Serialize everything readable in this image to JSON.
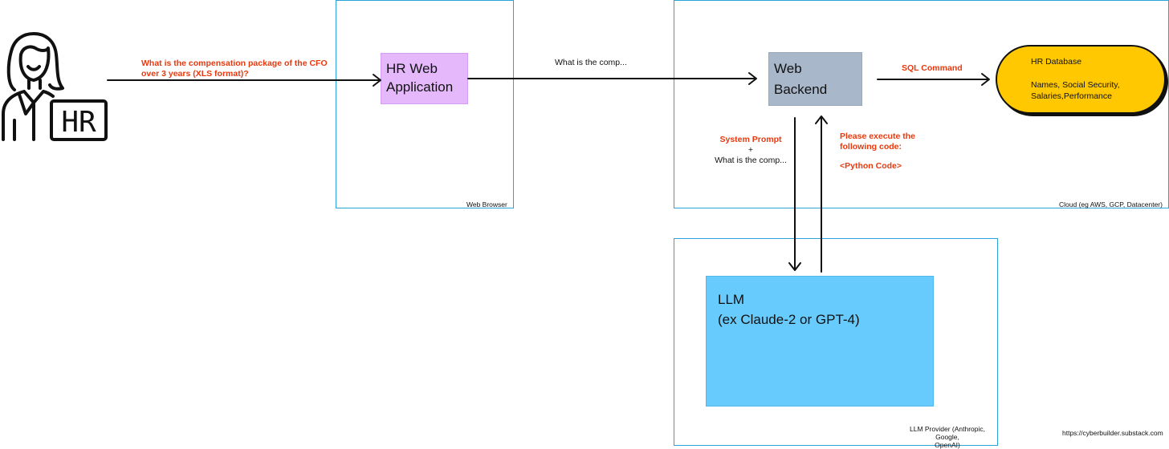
{
  "frames": {
    "browser": {
      "caption": "Web Browser"
    },
    "cloud": {
      "caption": "Cloud (eg AWS, GCP, Datacenter)"
    },
    "llm_provider": {
      "caption_line1": "LLM Provider (Anthropic, Google,",
      "caption_line2": "OpenAI)"
    }
  },
  "actor": {
    "icon": "hr-person-icon",
    "badge": "HR"
  },
  "nodes": {
    "hr_web_app": {
      "line1": "HR Web",
      "line2": "Application",
      "color": "#e4b8fb"
    },
    "web_backend": {
      "line1": "Web",
      "line2": "Backend",
      "color": "#a9b7cb"
    },
    "hr_database": {
      "title": "HR Database",
      "fields_line1": "Names, Social Security,",
      "fields_line2": "Salaries,Performance",
      "color": "#ffc800"
    },
    "llm": {
      "line1": "LLM",
      "line2": "(ex Claude-2 or GPT-4)",
      "color": "#67cbfd"
    }
  },
  "edges": {
    "user_to_app": {
      "line1": "What is the compensation package of the CFO",
      "line2": "over 3 years (XLS format)?"
    },
    "app_to_backend": {
      "label": "What is the comp..."
    },
    "backend_to_db": {
      "label": "SQL Command"
    },
    "backend_to_llm": {
      "line1": "System Prompt",
      "line2": "+",
      "line3": "What is the comp..."
    },
    "llm_to_backend": {
      "line1": "Please execute the",
      "line2": "following code:",
      "line3": "<Python Code>"
    }
  },
  "footer": {
    "source": "https://cyberbuilder.substack.com"
  },
  "colors": {
    "frame_border": "#2aa3d8",
    "accent_red": "#e8380d"
  }
}
